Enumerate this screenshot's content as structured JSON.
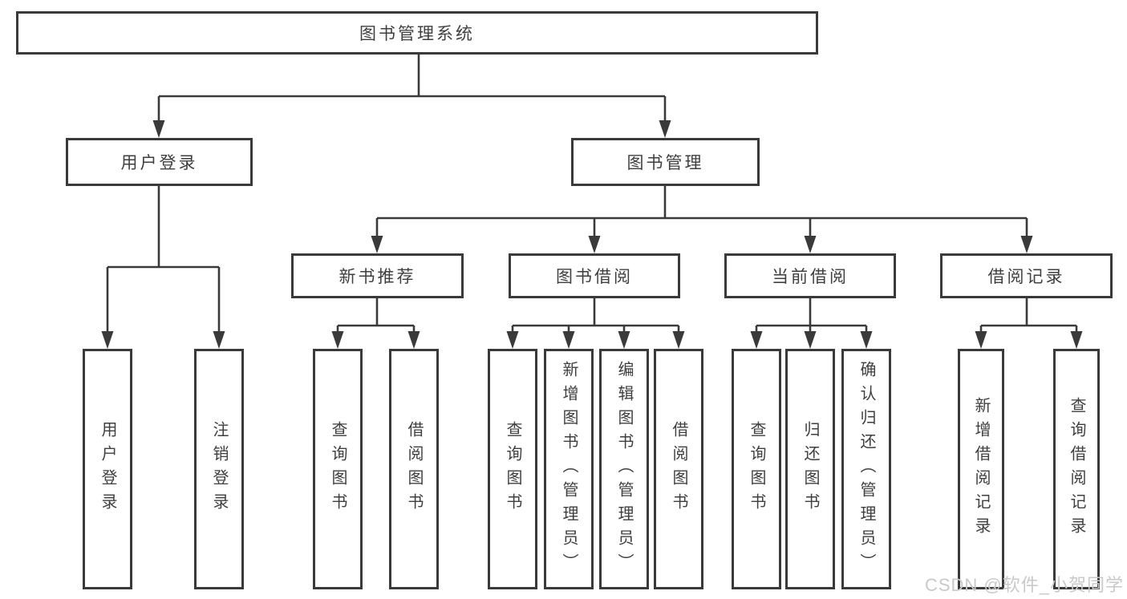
{
  "colors": {
    "line": "#3a3a3a",
    "text": "#3f3f3f",
    "watermark": "#c9c9c9",
    "background": "#ffffff"
  },
  "diagram": {
    "root": {
      "label": "图书管理系统"
    },
    "branches": [
      {
        "label": "用户登录",
        "children": [
          {
            "label": "用户登录"
          },
          {
            "label": "注销登录"
          }
        ]
      },
      {
        "label": "图书管理",
        "children": [
          {
            "label": "新书推荐",
            "children": [
              {
                "label": "查询图书"
              },
              {
                "label": "借阅图书"
              }
            ]
          },
          {
            "label": "图书借阅",
            "children": [
              {
                "label": "查询图书"
              },
              {
                "label": "新增图书（管理员）"
              },
              {
                "label": "编辑图书（管理员）"
              },
              {
                "label": "借阅图书"
              }
            ]
          },
          {
            "label": "当前借阅",
            "children": [
              {
                "label": "查询图书"
              },
              {
                "label": "归还图书"
              },
              {
                "label": "确认归还（管理员）"
              }
            ]
          },
          {
            "label": "借阅记录",
            "children": [
              {
                "label": "新增借阅记录"
              },
              {
                "label": "查询借阅记录"
              }
            ]
          }
        ]
      }
    ]
  },
  "watermark": {
    "text": "CSDN @软件_小贺同学"
  }
}
